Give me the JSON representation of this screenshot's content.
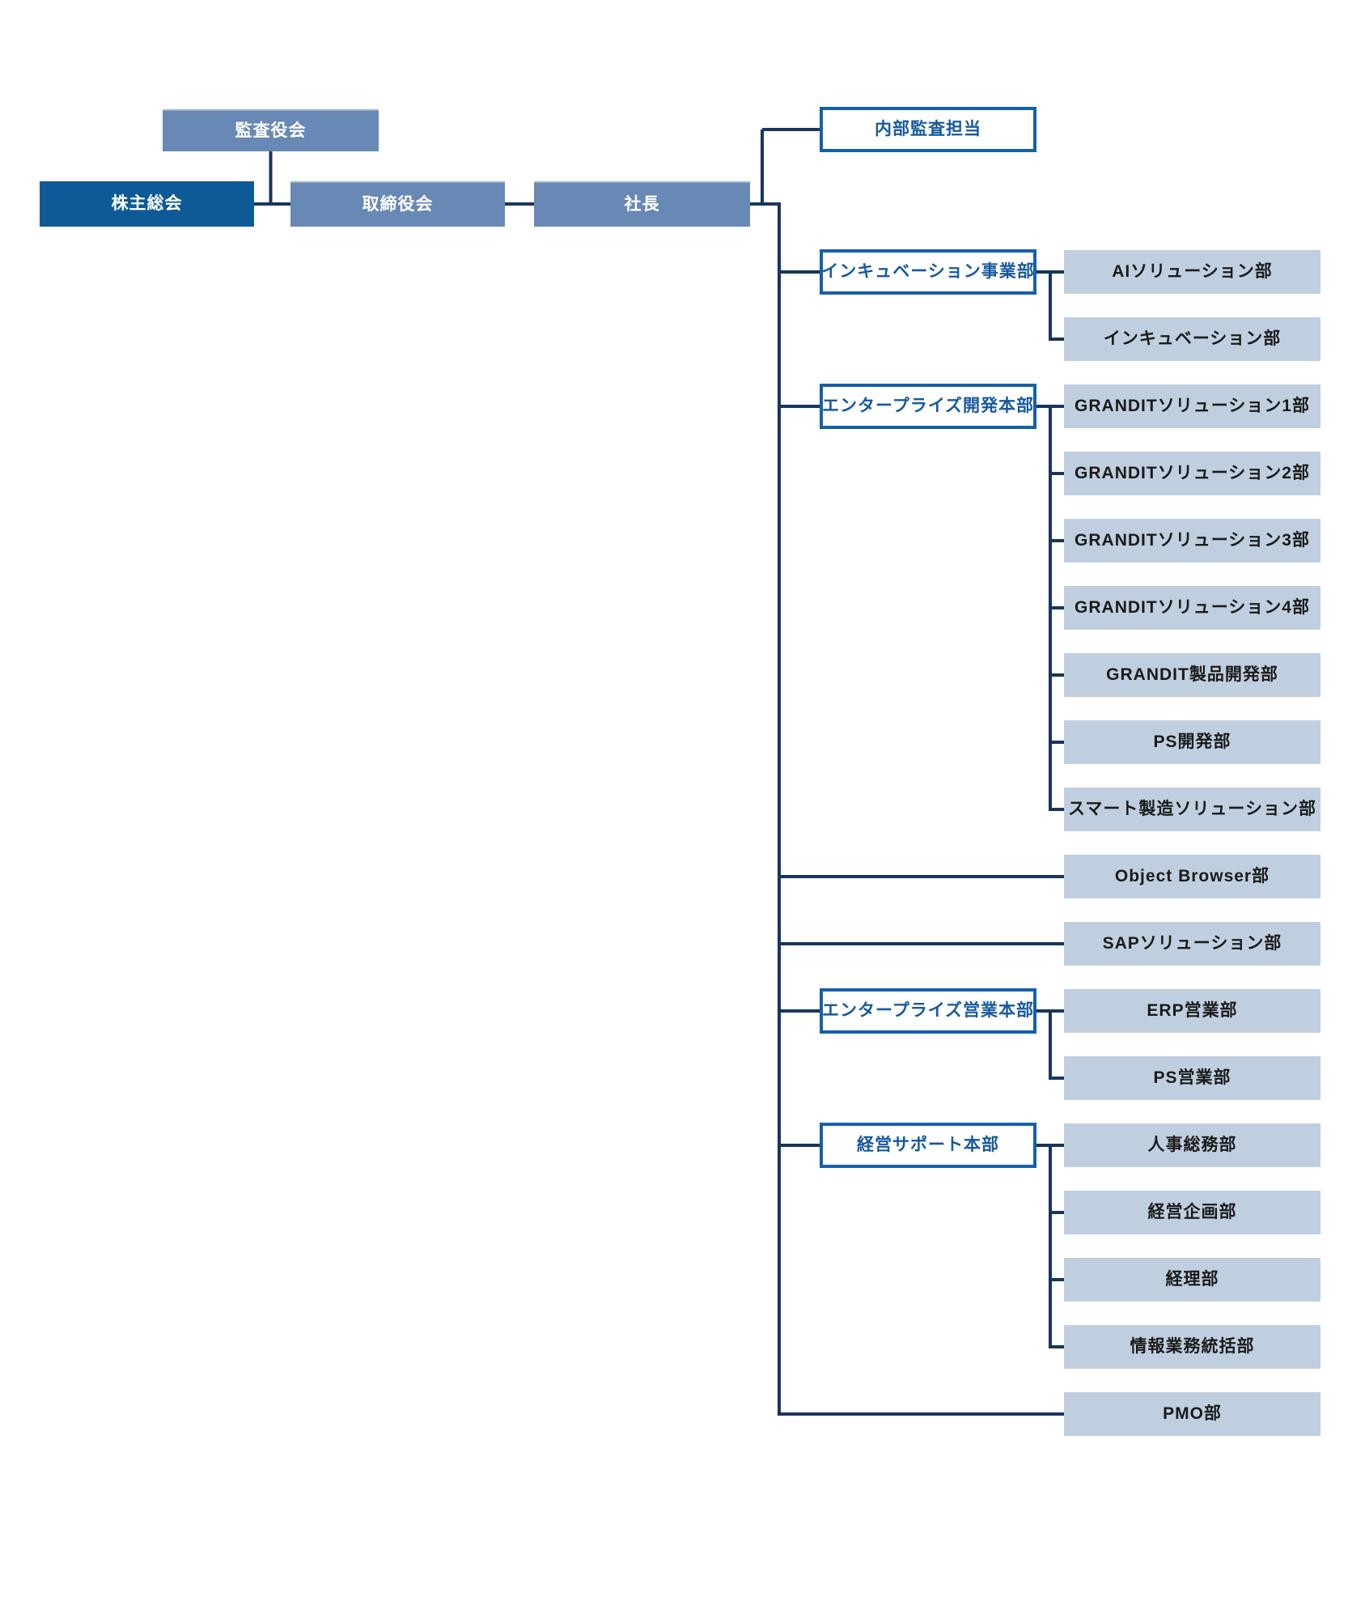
{
  "page": {
    "background": "#ffffff",
    "description_label": "組織図"
  },
  "colors": {
    "page_bg": "#ffffff",
    "connector": "#17365d",
    "box_dark_fill": "#0e5a96",
    "box_dark_text": "#ffffff",
    "box_slate_fill": "#6888b5",
    "box_slate_text": "#ffffff",
    "box_light_fill": "#c0cfdf",
    "box_light_text": "#1a1a1a",
    "box_outline_fill": "#ffffff",
    "box_outline_border": "#1560a8",
    "box_outline_text": "#17599e"
  },
  "governance": {
    "audit_board": {
      "id": "audit-board",
      "label": "監査役会"
    },
    "shareholders": {
      "id": "shareholders-meeting",
      "label": "株主総会"
    },
    "board": {
      "id": "board-of-directors",
      "label": "取締役会"
    },
    "president": {
      "id": "president",
      "label": "社長"
    }
  },
  "branches": [
    {
      "id": "internal-audit",
      "label": "内部監査担当",
      "style": "outline",
      "children": []
    },
    {
      "id": "incubation-business-division",
      "label": "インキュベーション事業部",
      "style": "outline",
      "children": [
        {
          "id": "ai-solution-dept",
          "label": "AIソリューション部"
        },
        {
          "id": "incubation-dept",
          "label": "インキュベーション部"
        }
      ]
    },
    {
      "id": "enterprise-development-hq",
      "label": "エンタープライズ開発本部",
      "style": "outline",
      "children": [
        {
          "id": "grandit-solution-1-dept",
          "label": "GRANDITソリューション1部"
        },
        {
          "id": "grandit-solution-2-dept",
          "label": "GRANDITソリューション2部"
        },
        {
          "id": "grandit-solution-3-dept",
          "label": "GRANDITソリューション3部"
        },
        {
          "id": "grandit-solution-4-dept",
          "label": "GRANDITソリューション4部"
        },
        {
          "id": "grandit-product-dev-dept",
          "label": "GRANDIT製品開発部"
        },
        {
          "id": "ps-development-dept",
          "label": "PS開発部"
        },
        {
          "id": "smart-manufacturing-solution-dept",
          "label": "スマート製造ソリューション部"
        }
      ]
    },
    {
      "id": "object-browser-dept",
      "label": "Object Browser部",
      "style": "light",
      "children": []
    },
    {
      "id": "sap-solution-dept",
      "label": "SAPソリューション部",
      "style": "light",
      "children": []
    },
    {
      "id": "enterprise-sales-hq",
      "label": "エンタープライズ営業本部",
      "style": "outline",
      "children": [
        {
          "id": "erp-sales-dept",
          "label": "ERP営業部"
        },
        {
          "id": "ps-sales-dept",
          "label": "PS営業部"
        }
      ]
    },
    {
      "id": "management-support-hq",
      "label": "経営サポート本部",
      "style": "outline",
      "children": [
        {
          "id": "hr-general-affairs-dept",
          "label": "人事総務部"
        },
        {
          "id": "corporate-planning-dept",
          "label": "経営企画部"
        },
        {
          "id": "accounting-dept",
          "label": "経理部"
        },
        {
          "id": "information-business-admin-dept",
          "label": "情報業務統括部"
        }
      ]
    },
    {
      "id": "pmo-dept",
      "label": "PMO部",
      "style": "light",
      "children": []
    }
  ]
}
